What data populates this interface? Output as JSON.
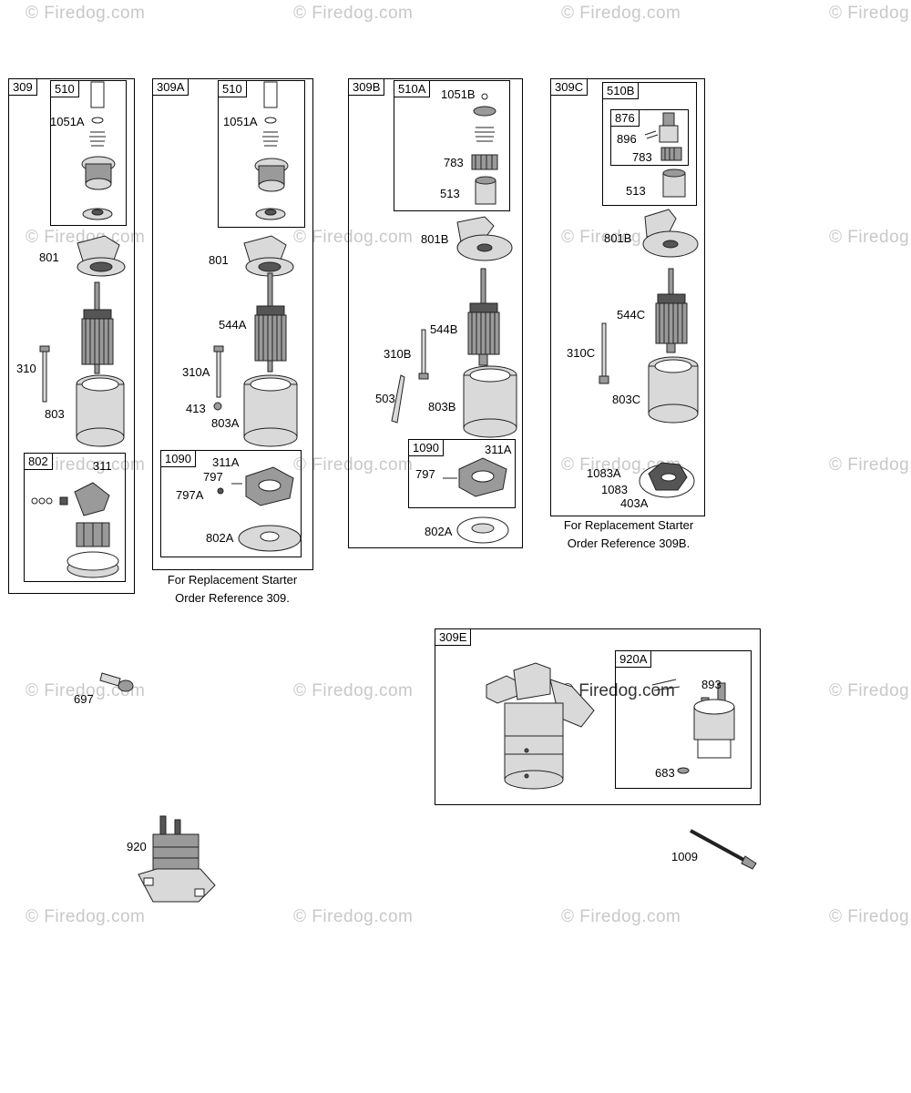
{
  "watermark": "© Firedog.com",
  "groups": {
    "g309": {
      "label": "309",
      "sub": "510",
      "parts": [
        "1051A",
        "801",
        "310",
        "803",
        "802",
        "311"
      ]
    },
    "g309A": {
      "label": "309A",
      "sub": "510",
      "sub2": "1090",
      "parts": [
        "1051A",
        "801",
        "544A",
        "310A",
        "413",
        "803A",
        "311A",
        "797",
        "797A",
        "802A"
      ],
      "note_line1": "For Replacement Starter",
      "note_line2": "Order Reference 309."
    },
    "g309B": {
      "label": "309B",
      "sub": "510A",
      "sub2": "1090",
      "parts": [
        "1051B",
        "783",
        "513",
        "801B",
        "544B",
        "310B",
        "503",
        "803B",
        "311A",
        "797",
        "802A"
      ]
    },
    "g309C": {
      "label": "309C",
      "sub": "510B",
      "sub_inner": "876",
      "parts": [
        "896",
        "783",
        "513",
        "801B",
        "544C",
        "310C",
        "803C",
        "1083A",
        "1083",
        "403A"
      ],
      "note_line1": "For Replacement Starter",
      "note_line2": "Order Reference 309B."
    },
    "g309E": {
      "label": "309E",
      "sub": "920A",
      "parts": [
        "893",
        "683"
      ]
    }
  },
  "loose_parts": {
    "p697": "697",
    "p920": "920",
    "p1009": "1009"
  }
}
